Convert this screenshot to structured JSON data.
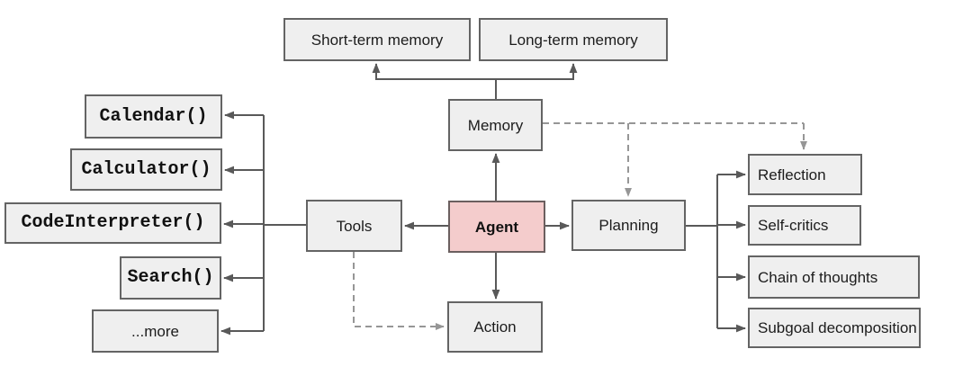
{
  "diagram": {
    "type": "flowchart",
    "colors": {
      "node_fill": "#efefef",
      "node_border": "#646464",
      "agent_fill": "#f4cccc",
      "solid_line": "#595959",
      "dashed_line": "#969696",
      "text": "#1c1c1c"
    },
    "nodes": {
      "short_term_memory": {
        "label": "Short-term memory"
      },
      "long_term_memory": {
        "label": "Long-term memory"
      },
      "memory": {
        "label": "Memory"
      },
      "agent": {
        "label": "Agent"
      },
      "tools": {
        "label": "Tools"
      },
      "action": {
        "label": "Action"
      },
      "planning": {
        "label": "Planning"
      },
      "reflection": {
        "label": "Reflection"
      },
      "self_critics": {
        "label": "Self-critics"
      },
      "chain_of_thoughts": {
        "label": "Chain of thoughts"
      },
      "subgoal_decomposition": {
        "label": "Subgoal decomposition"
      },
      "calendar": {
        "label": "Calendar()"
      },
      "calculator": {
        "label": "Calculator()"
      },
      "code_interpreter": {
        "label": "CodeInterpreter()"
      },
      "search": {
        "label": "Search()"
      },
      "more": {
        "label": "...more"
      }
    },
    "edges": [
      {
        "from": "memory",
        "to": "short_term_memory",
        "style": "solid-arrow"
      },
      {
        "from": "memory",
        "to": "long_term_memory",
        "style": "solid-arrow"
      },
      {
        "from": "agent",
        "to": "memory",
        "style": "solid-arrow"
      },
      {
        "from": "agent",
        "to": "tools",
        "style": "solid-arrow"
      },
      {
        "from": "agent",
        "to": "planning",
        "style": "solid-arrow"
      },
      {
        "from": "agent",
        "to": "action",
        "style": "solid-arrow"
      },
      {
        "from": "tools",
        "to": "calendar",
        "style": "solid-arrow"
      },
      {
        "from": "tools",
        "to": "calculator",
        "style": "solid-arrow"
      },
      {
        "from": "tools",
        "to": "code_interpreter",
        "style": "solid-arrow"
      },
      {
        "from": "tools",
        "to": "search",
        "style": "solid-arrow"
      },
      {
        "from": "tools",
        "to": "more",
        "style": "solid-arrow"
      },
      {
        "from": "planning",
        "to": "reflection",
        "style": "solid-arrow"
      },
      {
        "from": "planning",
        "to": "self_critics",
        "style": "solid-arrow"
      },
      {
        "from": "planning",
        "to": "chain_of_thoughts",
        "style": "solid-arrow"
      },
      {
        "from": "planning",
        "to": "subgoal_decomposition",
        "style": "solid-arrow"
      },
      {
        "from": "memory",
        "to": "planning",
        "style": "dashed-arrow"
      },
      {
        "from": "memory",
        "to": "reflection",
        "style": "dashed-arrow"
      },
      {
        "from": "tools",
        "to": "action",
        "style": "dashed-arrow"
      }
    ]
  }
}
